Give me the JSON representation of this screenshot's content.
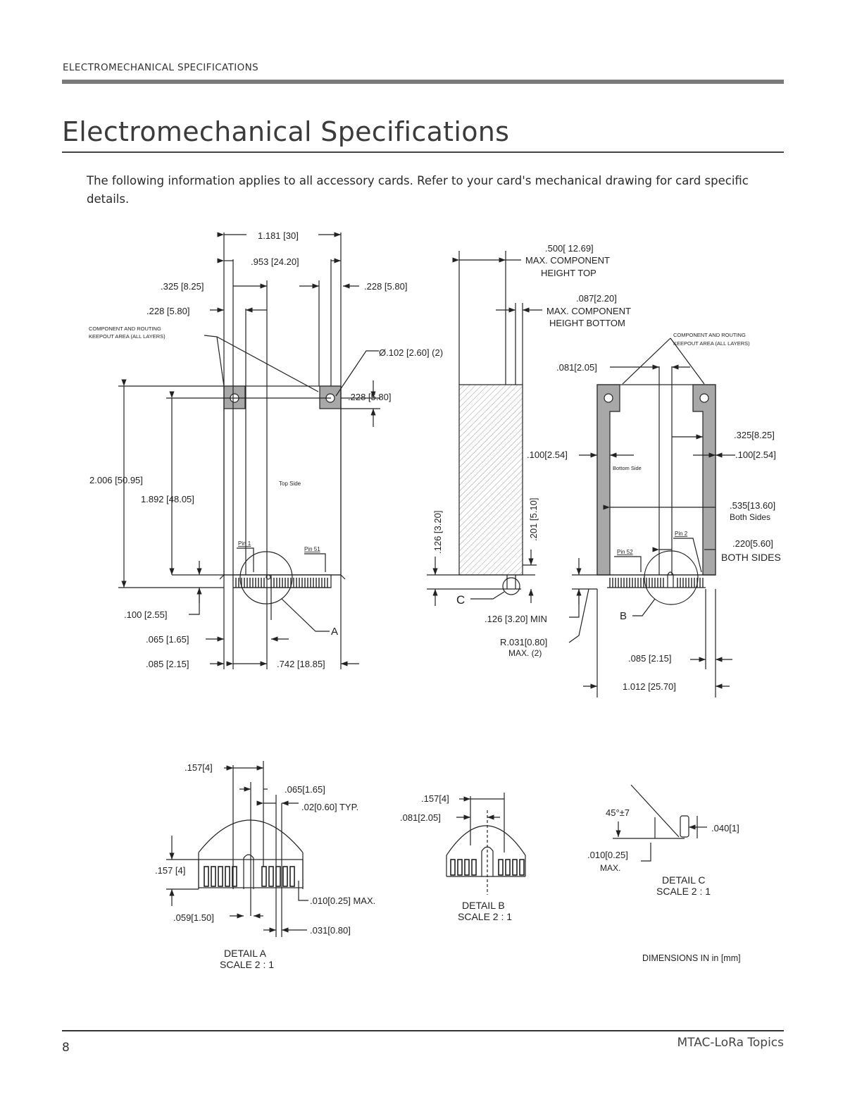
{
  "header": {
    "running_title": "ELECTROMECHANICAL SPECIFICATIONS"
  },
  "title": "Electromechanical Specifications",
  "intro": "The following information applies to all accessory cards. Refer to your card's mechanical drawing for card specific details.",
  "drawing": {
    "top_view": {
      "dim_overall_width": "1.181 [30]",
      "dim_953": ".953 [24.20]",
      "dim_325": ".325 [8.25]",
      "dim_228_right": ".228 [5.80]",
      "dim_228_left": ".228 [5.80]",
      "keepout_line1": "COMPONENT AND ROUTING",
      "keepout_line2": "KEEPOUT AREA (ALL LAYERS)",
      "hole_dia": "Ø.102 [2.60] (2)",
      "dim_228_hole": ".228 [5.80]",
      "dim_2006": "2.006 [50.95]",
      "dim_1892": "1.892 [48.05]",
      "top_side": "Top Side",
      "pin_1": "Pin 1",
      "pin_51": "Pin 51",
      "dim_100": ".100 [2.55]",
      "dim_065": ".065 [1.65]",
      "dim_085": ".085 [2.15]",
      "dim_742": ".742 [18.85]",
      "detail_a_ref": "A"
    },
    "side_view": {
      "dim_500": ".500[ 12.69]",
      "max_top_line1": "MAX. COMPONENT",
      "max_top_line2": "HEIGHT TOP",
      "dim_087": ".087[2.20]",
      "max_bottom_line1": "MAX. COMPONENT",
      "max_bottom_line2": "HEIGHT BOTTOM",
      "dim_126": ".126 [3.20]",
      "dim_201": ".201 [5.10]",
      "detail_c_ref": "C",
      "dim_126_min": ".126 [3.20] MIN",
      "radius": "R.031[0.80]",
      "radius_max": "MAX. (2)"
    },
    "bottom_view": {
      "keepout_line1": "COMPONENT AND ROUTING",
      "keepout_line2": "KEEPOUT AREA (ALL LAYERS)",
      "dim_081": ".081[2.05]",
      "dim_100": ".100[2.54]",
      "dim_325": ".325[8.25]",
      "dim_100_right": ".100[2.54]",
      "bottom_side": "Bottom Side",
      "dim_535": ".535[13.60]",
      "both_sides": "Both Sides",
      "pin_2": "Pin 2",
      "dim_220": ".220[5.60]",
      "both_sides_caps": "BOTH SIDES",
      "pin_52": "Pin 52",
      "detail_b_ref": "B",
      "dim_085": ".085 [2.15]",
      "dim_1012": "1.012 [25.70]"
    },
    "detail_a": {
      "dim_157_top": ".157[4]",
      "dim_065": ".065[1.65]",
      "dim_02": ".02[0.60] TYP.",
      "dim_157_left": ".157 [4]",
      "dim_010": ".010[0.25] MAX.",
      "dim_059": ".059[1.50]",
      "dim_031": ".031[0.80]",
      "title": "DETAIL A",
      "scale": "SCALE 2 : 1"
    },
    "detail_b": {
      "dim_157": ".157[4]",
      "dim_081": ".081[2.05]",
      "title": "DETAIL B",
      "scale": "SCALE 2 : 1"
    },
    "detail_c": {
      "angle": "45°±7",
      "dim_040": ".040[1]",
      "dim_010": ".010[0.25]",
      "max": "MAX.",
      "title": "DETAIL C",
      "scale": "SCALE 2 : 1"
    },
    "units_note": "DIMENSIONS IN in [mm]"
  },
  "footer": {
    "page_number": "8",
    "doc_title": "MTAC-LoRa Topics"
  }
}
